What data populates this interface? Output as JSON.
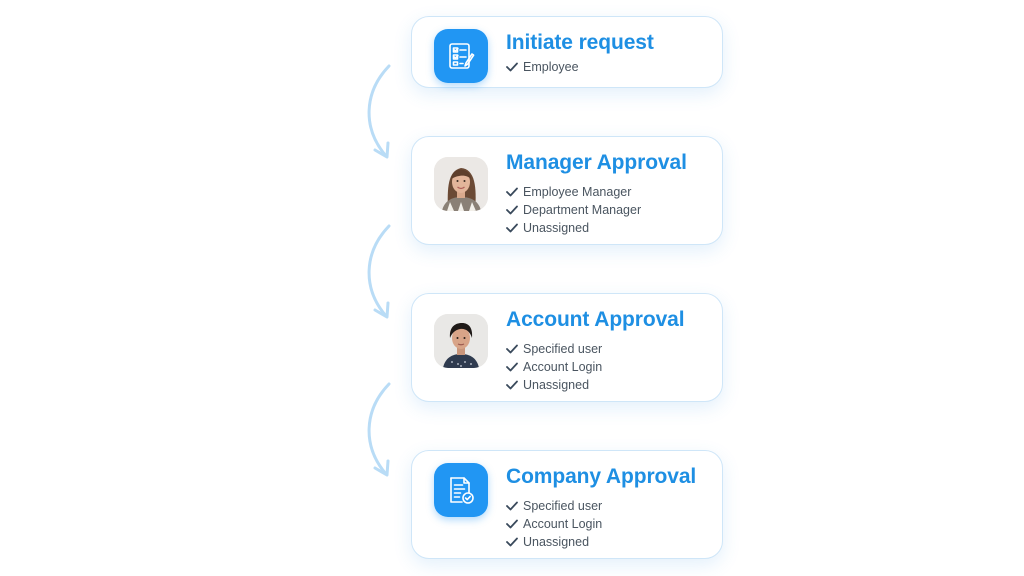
{
  "steps": [
    {
      "title": "Initiate request",
      "icon": "checklist-icon",
      "checks": [
        "Employee"
      ]
    },
    {
      "title": "Manager Approval",
      "icon": "manager-avatar",
      "checks": [
        "Employee Manager",
        "Department Manager",
        "Unassigned"
      ]
    },
    {
      "title": "Account Approval",
      "icon": "account-avatar",
      "checks": [
        "Specified user",
        "Account Login",
        "Unassigned"
      ]
    },
    {
      "title": "Company Approval",
      "icon": "approved-document-icon",
      "checks": [
        "Specified user",
        "Account Login",
        "Unassigned"
      ]
    }
  ],
  "colors": {
    "accent": "#1e8fe3",
    "tile": "#2196f3",
    "arrow": "#b9dcf6",
    "check": "#3a4a5c"
  }
}
